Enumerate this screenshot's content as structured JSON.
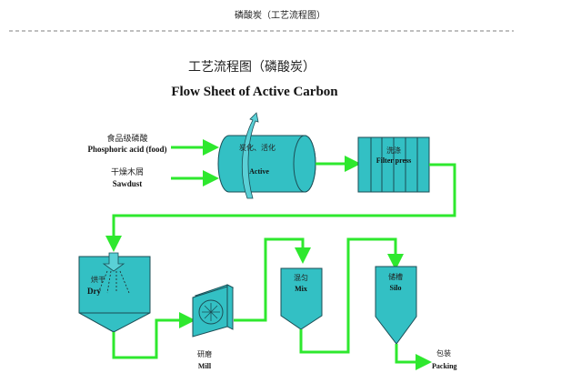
{
  "header": {
    "title": "磷酸炭（工艺流程图）"
  },
  "diagram": {
    "title_cn": "工艺流程图（磷酸炭）",
    "title_en": "Flow Sheet of Active Carbon",
    "inputs": [
      {
        "cn": "食品级磷酸",
        "en": "Phosphoric acid (food)"
      },
      {
        "cn": "干燥木屑",
        "en": "Sawdust"
      }
    ],
    "steps": [
      {
        "cn": "炭化、活化",
        "en": "Active"
      },
      {
        "cn": "洗涤",
        "en": "Filter press"
      },
      {
        "cn": "烘干",
        "en": "Dry"
      },
      {
        "cn": "研磨",
        "en": "Mill"
      },
      {
        "cn": "混匀",
        "en": "Mix"
      },
      {
        "cn": "储槽",
        "en": "Silo"
      },
      {
        "cn": "包装",
        "en": "Packing"
      }
    ],
    "colors": {
      "equipment": "#33c0c4",
      "flow": "#2ee82e"
    }
  }
}
